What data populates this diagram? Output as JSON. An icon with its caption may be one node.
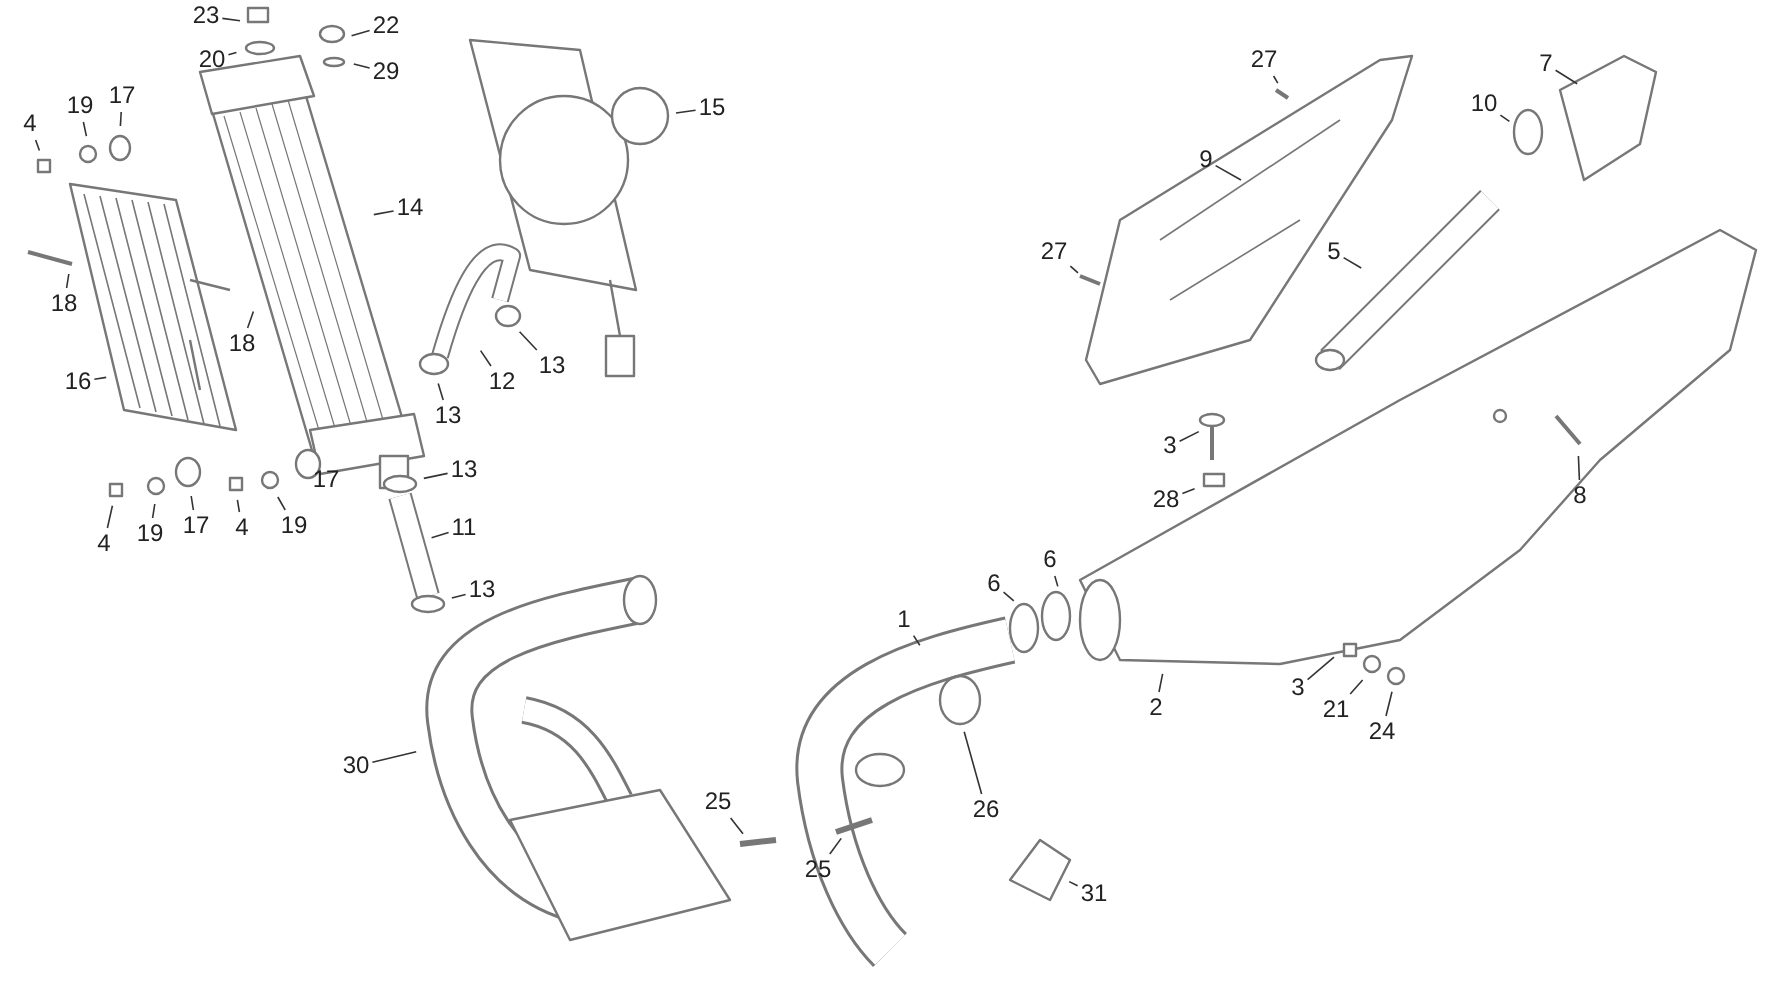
{
  "diagram": {
    "nodes": [
      {
        "text": [
          "23"
        ]
      },
      {
        "text": [
          "22"
        ]
      },
      {
        "text": [
          "20"
        ]
      },
      {
        "text": [
          "29"
        ]
      },
      {
        "text": [
          "7"
        ]
      },
      {
        "text": [
          "27"
        ]
      },
      {
        "text": [
          "17"
        ]
      },
      {
        "text": [
          "19"
        ]
      },
      {
        "text": [
          "15"
        ]
      },
      {
        "text": [
          "10"
        ]
      },
      {
        "text": [
          "4"
        ]
      },
      {
        "text": [
          "9"
        ]
      },
      {
        "text": [
          "14"
        ]
      },
      {
        "text": [
          "5"
        ]
      },
      {
        "text": [
          "27"
        ]
      },
      {
        "text": [
          "18"
        ]
      },
      {
        "text": [
          "13"
        ]
      },
      {
        "text": [
          "18"
        ]
      },
      {
        "text": [
          "12"
        ]
      },
      {
        "text": [
          "16"
        ]
      },
      {
        "text": [
          "13"
        ]
      },
      {
        "text": [
          "3"
        ]
      },
      {
        "text": [
          "13"
        ]
      },
      {
        "text": [
          "17"
        ]
      },
      {
        "text": [
          "28"
        ]
      },
      {
        "text": [
          "8"
        ]
      },
      {
        "text": [
          "19"
        ]
      },
      {
        "text": [
          "4"
        ]
      },
      {
        "text": [
          "17"
        ]
      },
      {
        "text": [
          "11"
        ]
      },
      {
        "text": [
          "19"
        ]
      },
      {
        "text": [
          "4"
        ]
      },
      {
        "text": [
          "6"
        ]
      },
      {
        "text": [
          "6"
        ]
      },
      {
        "text": [
          "13"
        ]
      },
      {
        "text": [
          "1"
        ]
      },
      {
        "text": [
          "3"
        ]
      },
      {
        "text": [
          "2"
        ]
      },
      {
        "text": [
          "21"
        ]
      },
      {
        "text": [
          "24"
        ]
      },
      {
        "text": [
          "30"
        ]
      },
      {
        "text": [
          "26"
        ]
      },
      {
        "text": [
          "25"
        ]
      },
      {
        "text": [
          "25"
        ]
      },
      {
        "text": [
          "31"
        ]
      }
    ],
    "edges": [
      {
        "from": 0,
        "to": null,
        "arrow": "none"
      },
      {
        "from": 1,
        "to": null,
        "arrow": "none"
      },
      {
        "from": 2,
        "to": null,
        "arrow": "none"
      },
      {
        "from": 3,
        "to": null,
        "arrow": "none"
      },
      {
        "from": 4,
        "to": null,
        "arrow": "none"
      },
      {
        "from": 5,
        "to": null,
        "arrow": "none"
      },
      {
        "from": 6,
        "to": null,
        "arrow": "none"
      },
      {
        "from": 7,
        "to": null,
        "arrow": "none"
      },
      {
        "from": 8,
        "to": null,
        "arrow": "none"
      },
      {
        "from": 9,
        "to": null,
        "arrow": "none"
      },
      {
        "from": 10,
        "to": null,
        "arrow": "none"
      },
      {
        "from": 11,
        "to": null,
        "arrow": "none"
      },
      {
        "from": 12,
        "to": null,
        "arrow": "none"
      },
      {
        "from": 13,
        "to": null,
        "arrow": "none"
      },
      {
        "from": 14,
        "to": null,
        "arrow": "none"
      },
      {
        "from": 15,
        "to": null,
        "arrow": "none"
      },
      {
        "from": 16,
        "to": null,
        "arrow": "none"
      },
      {
        "from": 17,
        "to": null,
        "arrow": "none"
      },
      {
        "from": 18,
        "to": null,
        "arrow": "none"
      },
      {
        "from": 19,
        "to": null,
        "arrow": "none"
      },
      {
        "from": 20,
        "to": null,
        "arrow": "none"
      },
      {
        "from": 21,
        "to": null,
        "arrow": "none"
      },
      {
        "from": 22,
        "to": null,
        "arrow": "none"
      },
      {
        "from": 23,
        "to": null,
        "arrow": "none"
      },
      {
        "from": 24,
        "to": null,
        "arrow": "none"
      },
      {
        "from": 25,
        "to": null,
        "arrow": "none"
      },
      {
        "from": 26,
        "to": null,
        "arrow": "none"
      },
      {
        "from": 27,
        "to": null,
        "arrow": "none"
      },
      {
        "from": 28,
        "to": null,
        "arrow": "none"
      },
      {
        "from": 29,
        "to": null,
        "arrow": "none"
      },
      {
        "from": 30,
        "to": null,
        "arrow": "none"
      },
      {
        "from": 31,
        "to": null,
        "arrow": "none"
      },
      {
        "from": 32,
        "to": null,
        "arrow": "none"
      },
      {
        "from": 33,
        "to": null,
        "arrow": "none"
      },
      {
        "from": 34,
        "to": null,
        "arrow": "none"
      },
      {
        "from": 35,
        "to": null,
        "arrow": "none"
      },
      {
        "from": 36,
        "to": null,
        "arrow": "none"
      },
      {
        "from": 37,
        "to": null,
        "arrow": "none"
      },
      {
        "from": 38,
        "to": null,
        "arrow": "none"
      },
      {
        "from": 39,
        "to": null,
        "arrow": "none"
      },
      {
        "from": 40,
        "to": null,
        "arrow": "none"
      },
      {
        "from": 41,
        "to": null,
        "arrow": "none"
      },
      {
        "from": 42,
        "to": null,
        "arrow": "none"
      },
      {
        "from": 43,
        "to": null,
        "arrow": "none"
      },
      {
        "from": 44,
        "to": null,
        "arrow": "none"
      }
    ]
  }
}
